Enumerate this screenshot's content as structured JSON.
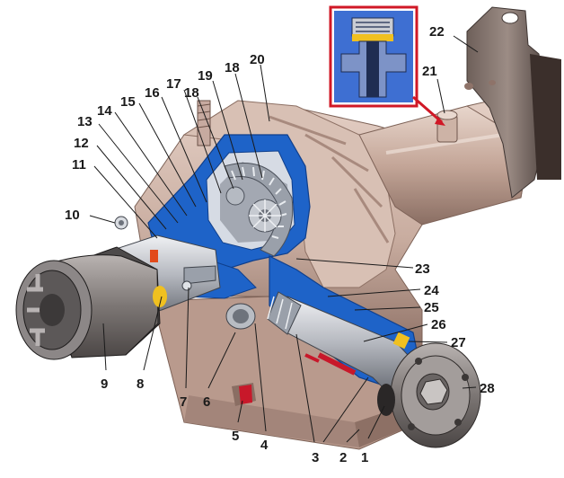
{
  "diagram": {
    "colors": {
      "background": "#ffffff",
      "housing": "#c9ada0",
      "housing_shadow": "#9a7d72",
      "housing_light": "#e4cfc5",
      "cutaway_blue": "#1e63c8",
      "cutaway_dark": "#0f3f8c",
      "metal_gray": "#8a8d94",
      "metal_light": "#d6d9de",
      "inset_frame": "#d01826",
      "inset_bg": "#3e6fd2",
      "accent_yellow": "#f0c020",
      "label_text": "#1a1a1a"
    },
    "callouts": [
      {
        "id": "1",
        "label": "1"
      },
      {
        "id": "2",
        "label": "2"
      },
      {
        "id": "3",
        "label": "3"
      },
      {
        "id": "4",
        "label": "4"
      },
      {
        "id": "5",
        "label": "5"
      },
      {
        "id": "6",
        "label": "6"
      },
      {
        "id": "7",
        "label": "7"
      },
      {
        "id": "8",
        "label": "8"
      },
      {
        "id": "9",
        "label": "9"
      },
      {
        "id": "10",
        "label": "10"
      },
      {
        "id": "11",
        "label": "11"
      },
      {
        "id": "12",
        "label": "12"
      },
      {
        "id": "13",
        "label": "13"
      },
      {
        "id": "14",
        "label": "14"
      },
      {
        "id": "15",
        "label": "15"
      },
      {
        "id": "16",
        "label": "16"
      },
      {
        "id": "17",
        "label": "17"
      },
      {
        "id": "18a",
        "label": "18"
      },
      {
        "id": "18b",
        "label": "18"
      },
      {
        "id": "19",
        "label": "19"
      },
      {
        "id": "20",
        "label": "20"
      },
      {
        "id": "21",
        "label": "21"
      },
      {
        "id": "22",
        "label": "22"
      },
      {
        "id": "23",
        "label": "23"
      },
      {
        "id": "24",
        "label": "24"
      },
      {
        "id": "25",
        "label": "25"
      },
      {
        "id": "26",
        "label": "26"
      },
      {
        "id": "27",
        "label": "27"
      },
      {
        "id": "28",
        "label": "28"
      }
    ]
  }
}
